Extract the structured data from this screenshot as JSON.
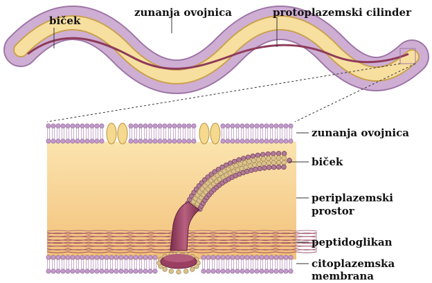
{
  "labels": {
    "bicek_top": "biček",
    "zunanja_top": "zunanja ovojnica",
    "protoplazemski": "protoplazemski cilinder",
    "zunanja_detail": "zunanja ovojnica",
    "bicek_detail": "biček",
    "periplazemski_1": "periplazemski",
    "periplazemski_2": "prostor",
    "peptidoglikan": "peptidoglikan",
    "citoplazemska_1": "citoplazemska",
    "citoplazemska_2": "membrana"
  },
  "colors": {
    "outer_sheath": "#c7a3cc",
    "outer_sheath_edge": "#9e76a6",
    "cylinder": "#f6dc9a",
    "cylinder_edge": "#c9a24e",
    "flagellum": "#8e3a5a",
    "periplasm_top": "#fbe4ae",
    "periplasm_bottom": "#f3c27e",
    "lipid_head": "#c39acb",
    "lipid_head_edge": "#8d6a95",
    "peptidoglycan": "#8c3b56",
    "motor": "#a04a6a",
    "bead": "#d9c28f",
    "bead_edge": "#a0824a"
  }
}
